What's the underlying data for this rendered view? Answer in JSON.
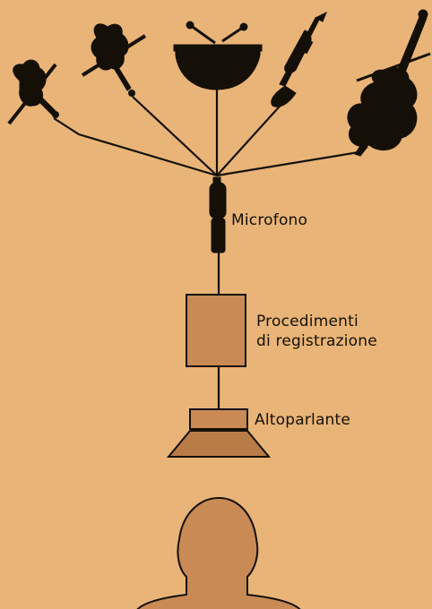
{
  "labels": {
    "microphone": "Microfono",
    "process_line1": "Procedimenti",
    "process_line2": "di registrazione",
    "speaker": "Altoparlante"
  },
  "instruments": [
    "violin-icon",
    "viola-icon",
    "kettledrum-icon",
    "trumpet-icon",
    "cello-icon"
  ],
  "colors": {
    "background": "#e9b477",
    "ink": "#141008",
    "box_fill": "#c98a55"
  }
}
